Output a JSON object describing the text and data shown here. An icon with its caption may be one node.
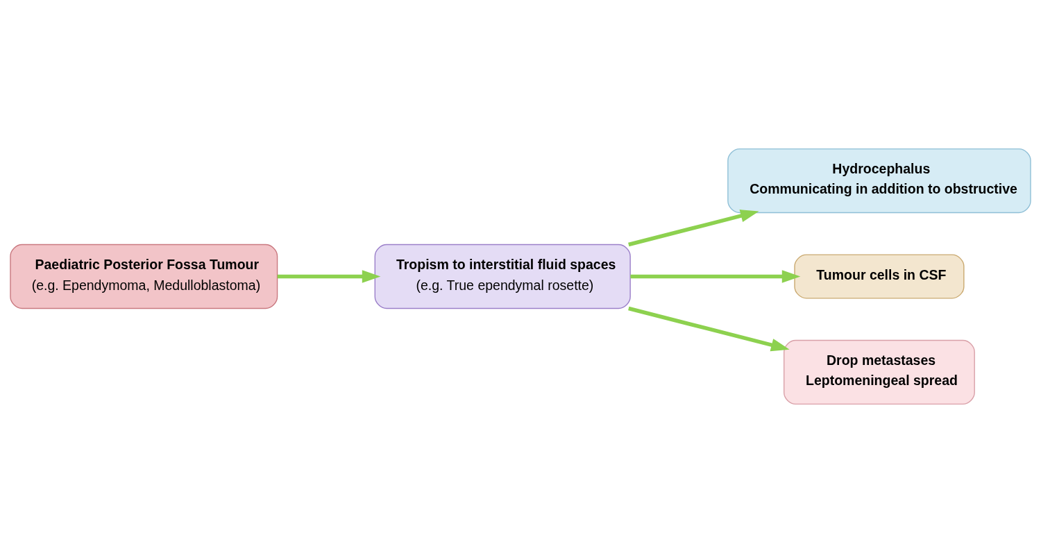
{
  "diagram": {
    "nodes": [
      {
        "text": [
          "Paediatric Posterior Fossa Tumour",
          "(e.g. Ependymoma, Medulloblastoma)"
        ]
      },
      {
        "text": [
          "Tropism to interstitial fluid spaces",
          "(e.g. True ependymal rosette)"
        ]
      },
      {
        "text": [
          "Hydrocephalus",
          "Communicating in addition to obstructive"
        ]
      },
      {
        "text": [
          "Tumour cells in CSF"
        ]
      },
      {
        "text": [
          "Drop metastases",
          "Leptomeningeal spread"
        ]
      }
    ],
    "edges": [
      {
        "from": 0,
        "to": 1,
        "arrow": "to"
      },
      {
        "from": 1,
        "to": 2,
        "arrow": "to"
      },
      {
        "from": 1,
        "to": 3,
        "arrow": "to"
      },
      {
        "from": 1,
        "to": 4,
        "arrow": "to"
      }
    ]
  }
}
